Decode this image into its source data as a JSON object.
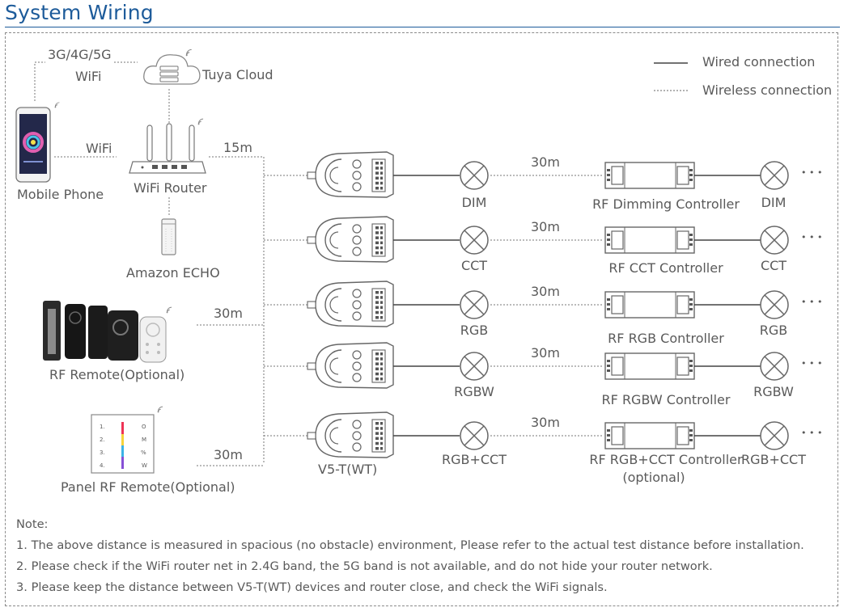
{
  "title": "System Wiring",
  "legend": {
    "wired": "Wired connection",
    "wireless": "Wireless connection"
  },
  "top": {
    "network": [
      "3G/4G/5G",
      "WiFi"
    ],
    "cloud": "Tuya Cloud",
    "phone": "Mobile Phone",
    "router": "WiFi Router",
    "wifi_link": "WiFi",
    "router_distance": "15m",
    "echo": "Amazon  ECHO",
    "rf_remote": "RF Remote(Optional)",
    "rf_remote_distance": "30m",
    "panel_remote": "Panel RF Remote(Optional)",
    "panel_remote_distance": "30m",
    "panel_labels": [
      "1.",
      "2.",
      "3.",
      "4."
    ],
    "panel_marks": [
      "O",
      "M",
      "%",
      "W"
    ]
  },
  "rows": [
    {
      "load": "DIM",
      "distance": "30m",
      "controller": "RF Dimming Controller",
      "end_load": "DIM"
    },
    {
      "load": "CCT",
      "distance": "30m",
      "controller": "RF CCT Controller",
      "end_load": "CCT"
    },
    {
      "load": "RGB",
      "distance": "30m",
      "controller": "RF RGB Controller",
      "end_load": "RGB"
    },
    {
      "load": "RGBW",
      "distance": "30m",
      "controller": "RF RGBW Controller",
      "end_load": "RGBW"
    },
    {
      "load": "RGB+CCT",
      "distance": "30m",
      "controller": "RF RGB+CCT Controller",
      "controller_note": "(optional)",
      "end_load": "RGB+CCT"
    }
  ],
  "device_label": "V5-T(WT)",
  "ellipsis": "• • •",
  "notes": {
    "heading": "Note:",
    "items": [
      "1. The above distance is measured in spacious (no obstacle) environment, Please refer to the actual test distance before installation.",
      "2. Please check if the WiFi router net in 2.4G band, the 5G band is not available, and do not hide your router network.",
      "3. Please keep the distance between V5-T(WT) devices and router close, and check the WiFi signals."
    ]
  }
}
